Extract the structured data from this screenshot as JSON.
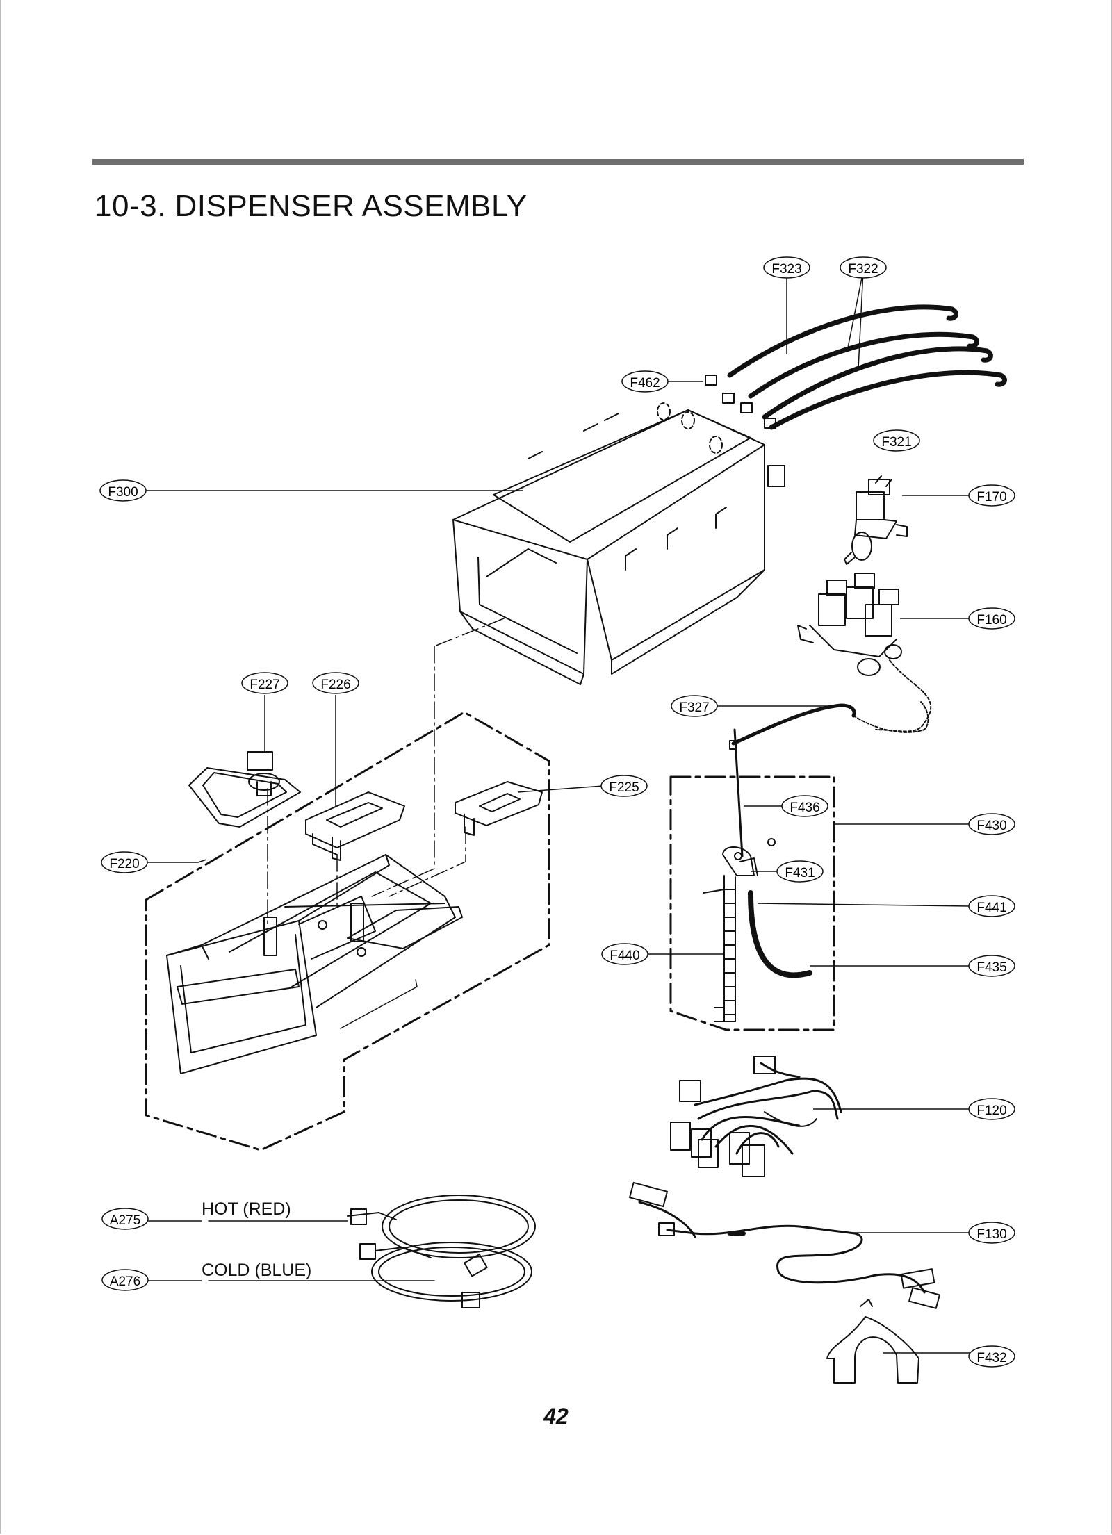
{
  "page": {
    "title": "10-3. DISPENSER ASSEMBLY",
    "page_number": "42"
  },
  "hose_labels": {
    "hot": "HOT (RED)",
    "cold": "COLD (BLUE)"
  },
  "part_labels": {
    "F323": "F323",
    "F322": "F322",
    "F462": "F462",
    "F321": "F321",
    "F300": "F300",
    "F170": "F170",
    "F160": "F160",
    "F227": "F227",
    "F226": "F226",
    "F327": "F327",
    "F225": "F225",
    "F436": "F436",
    "F430": "F430",
    "F220": "F220",
    "F431": "F431",
    "F441": "F441",
    "F440": "F440",
    "F435": "F435",
    "F120": "F120",
    "A275": "A275",
    "F130": "F130",
    "A276": "A276",
    "F432": "F432"
  }
}
